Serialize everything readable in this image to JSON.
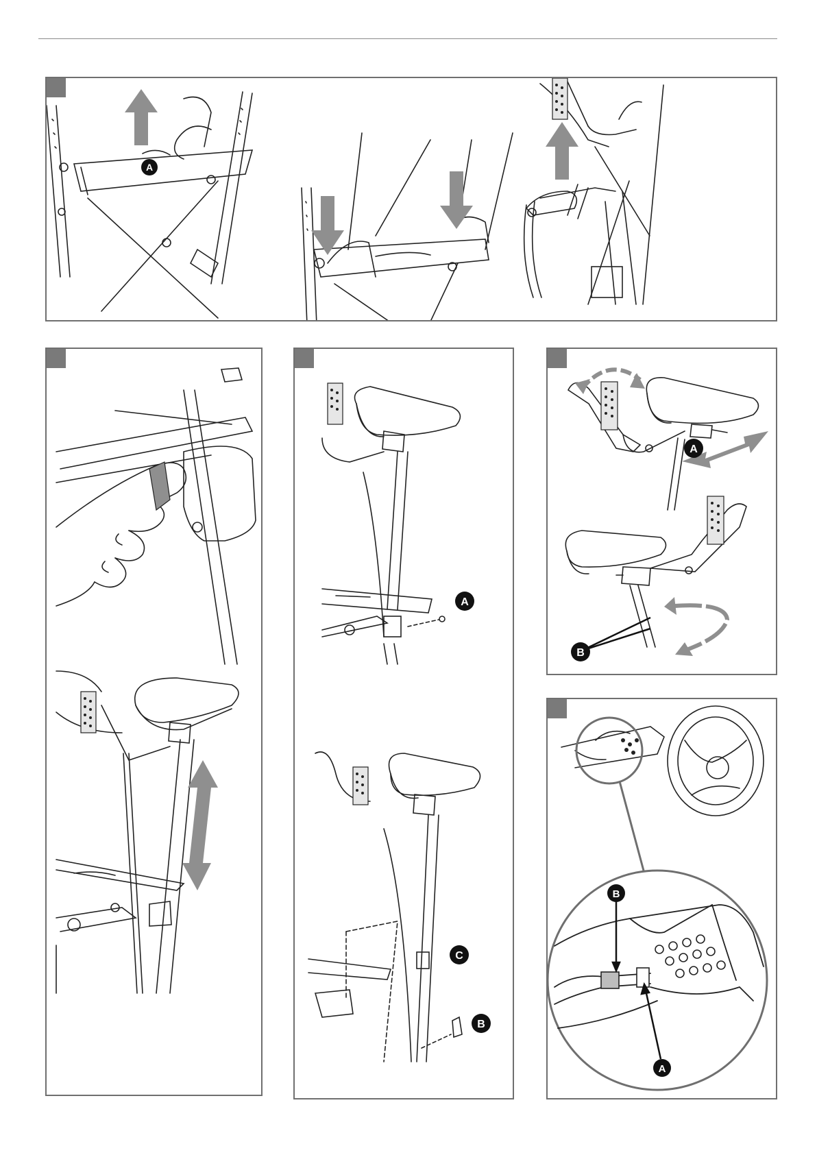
{
  "colors": {
    "frame": "#6f6f6f",
    "tab": "#7a7a7a",
    "arrow": "#8f8f8f",
    "callout_fill": "#111111",
    "callout_text": "#ffffff",
    "line": "#222222"
  },
  "panels": [
    {
      "id": "panel-1",
      "callouts": [
        "A"
      ],
      "arrows": [
        "up-arrow",
        "down-arrow",
        "down-arrow",
        "up-arrow"
      ]
    },
    {
      "id": "panel-2",
      "callouts": [],
      "arrows": [
        "double-arrow"
      ]
    },
    {
      "id": "panel-3",
      "callouts": [
        "A",
        "C",
        "B"
      ],
      "arrows": []
    },
    {
      "id": "panel-4",
      "callouts": [
        "A",
        "B"
      ],
      "arrows": [
        "curved-arrow",
        "double-arrow",
        "curved-arrow"
      ]
    },
    {
      "id": "panel-5",
      "callouts": [
        "B",
        "A"
      ],
      "arrows": []
    }
  ]
}
